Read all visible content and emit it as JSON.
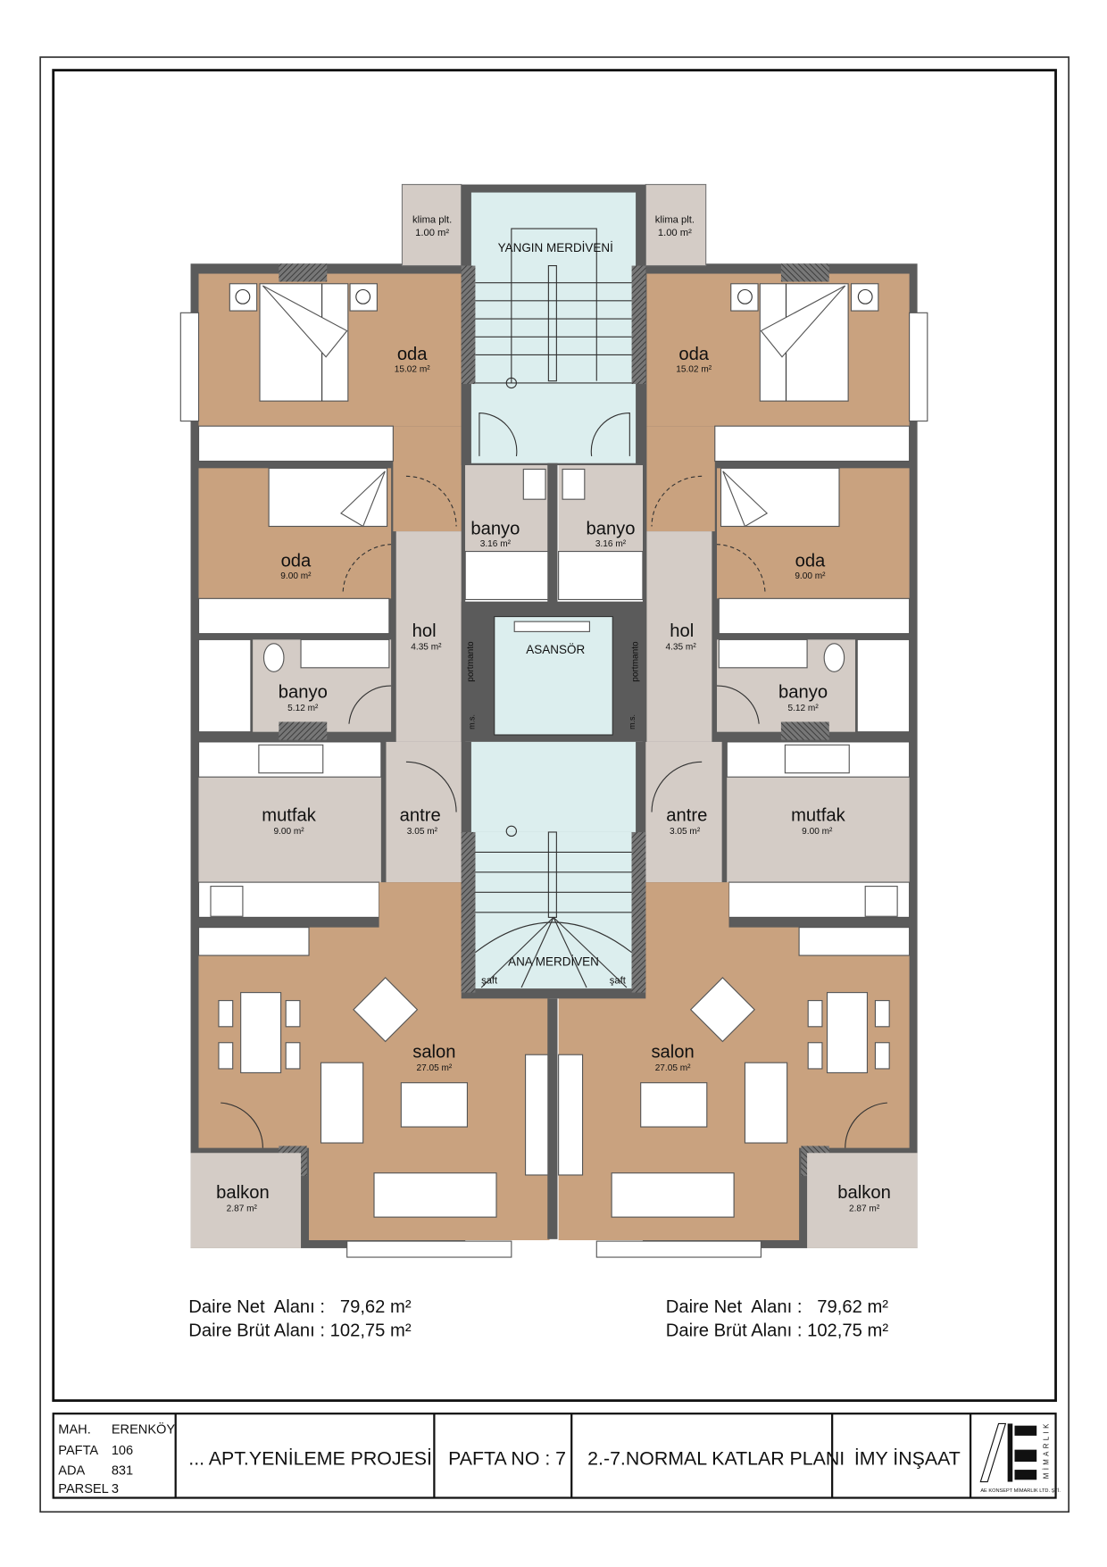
{
  "plan": {
    "klima_left": {
      "label": "klima plt.",
      "area": "1.00 m²"
    },
    "klima_right": {
      "label": "klima plt.",
      "area": "1.00 m²"
    },
    "fire_stair": "YANGIN MERDİVENİ",
    "elevator": "ASANSÖR",
    "main_stair": "ANA MERDİVEN",
    "shaft_left": "şaft",
    "shaft_right": "şaft",
    "portmanto": "portmanto",
    "ms": "m.s.",
    "left_unit": {
      "oda_large": {
        "label": "oda",
        "area": "15.02 m²"
      },
      "oda_small": {
        "label": "oda",
        "area": "9.00 m²"
      },
      "banyo_small": {
        "label": "banyo",
        "area": "3.16 m²"
      },
      "hol": {
        "label": "hol",
        "area": "4.35 m²"
      },
      "banyo": {
        "label": "banyo",
        "area": "5.12 m²"
      },
      "mutfak": {
        "label": "mutfak",
        "area": "9.00 m²"
      },
      "antre": {
        "label": "antre",
        "area": "3.05 m²"
      },
      "salon": {
        "label": "salon",
        "area": "27.05 m²"
      },
      "balkon": {
        "label": "balkon",
        "area": "2.87 m²"
      }
    },
    "right_unit": {
      "oda_large": {
        "label": "oda",
        "area": "15.02 m²"
      },
      "oda_small": {
        "label": "oda",
        "area": "9.00 m²"
      },
      "banyo_small": {
        "label": "banyo",
        "area": "3.16 m²"
      },
      "hol": {
        "label": "hol",
        "area": "4.35 m²"
      },
      "banyo": {
        "label": "banyo",
        "area": "5.12 m²"
      },
      "mutfak": {
        "label": "mutfak",
        "area": "9.00 m²"
      },
      "antre": {
        "label": "antre",
        "area": "3.05 m²"
      },
      "salon": {
        "label": "salon",
        "area": "27.05 m²"
      },
      "balkon": {
        "label": "balkon",
        "area": "2.87 m²"
      }
    }
  },
  "summary": {
    "left": {
      "net": "Daire Net  Alanı :   79,62 m²",
      "gross": "Daire Brüt Alanı : 102,75 m²"
    },
    "right": {
      "net": "Daire Net  Alanı :   79,62 m²",
      "gross": "Daire Brüt Alanı : 102,75 m²"
    }
  },
  "title_block": {
    "mah_label": "MAH.",
    "mah_value": "ERENKÖY",
    "pafta_label": "PAFTA",
    "pafta_value": "106",
    "ada_label": "ADA",
    "ada_value": "831",
    "parsel_label": "PARSEL",
    "parsel_value": "3",
    "project": "... APT.YENİLEME PROJESİ",
    "sheet_no": "PAFTA NO : 7",
    "drawing": "2.-7.NORMAL KATLAR PLANI",
    "contractor": "İMY İNŞAAT",
    "logo_side": "MİMARLIK",
    "logo_bottom": "AE KONSEPT MİMARLIK LTD. ŞTİ."
  }
}
